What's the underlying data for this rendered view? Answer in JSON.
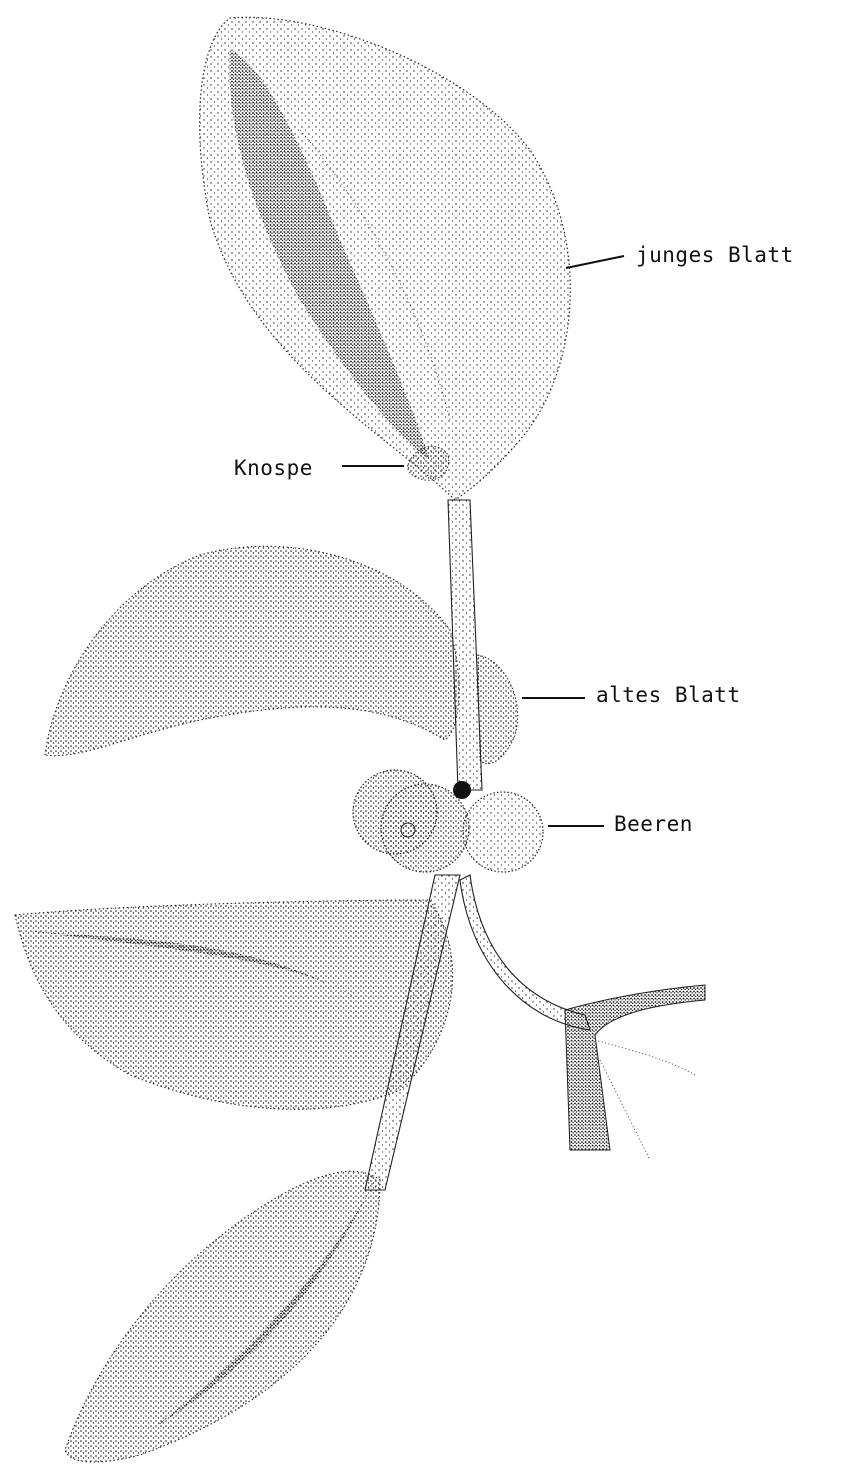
{
  "labels": {
    "young_leaf": "junges Blatt",
    "bud": "Knospe",
    "old_leaf": "altes Blatt",
    "berries": "Beeren"
  },
  "colors": {
    "ink": "#111111",
    "background": "#ffffff"
  }
}
